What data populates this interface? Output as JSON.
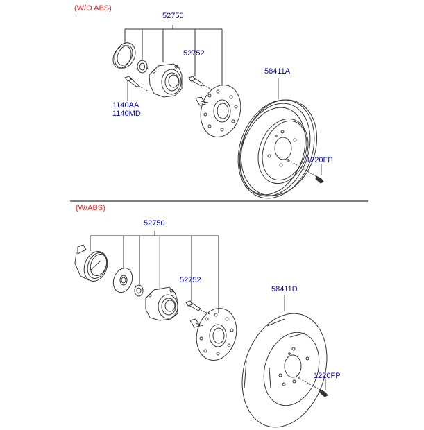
{
  "colors": {
    "section_label": "#ee2222",
    "part_number": "#0000cc",
    "line": "#333333",
    "leader": "#555555"
  },
  "sections": [
    {
      "title": "(W/O ABS)",
      "parts": {
        "hub_assembly": "52750",
        "hub_bolt": "52752",
        "brake_drum": "58411A",
        "mount_bolt_1": "1140AA",
        "mount_bolt_2": "1140MD",
        "drum_screw": "1220FP"
      }
    },
    {
      "title": "(W/ABS)",
      "parts": {
        "hub_assembly": "52750",
        "hub_bolt": "52752",
        "brake_disc": "58411D",
        "disc_screw": "1220FP"
      }
    }
  ]
}
